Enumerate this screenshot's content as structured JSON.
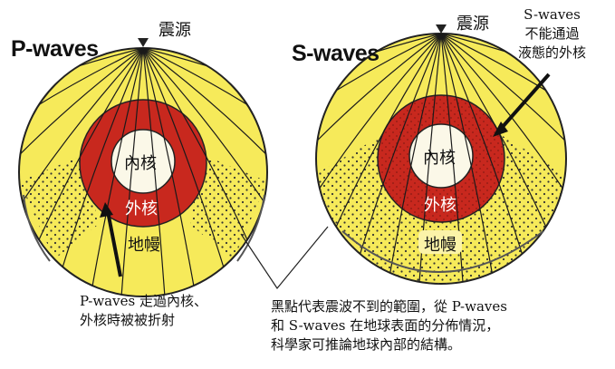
{
  "p_panel": {
    "title": "P-waves",
    "focus_label": "震源",
    "inner_core": "內核",
    "outer_core": "外核",
    "mantle": "地幔"
  },
  "s_panel": {
    "title": "S-waves",
    "focus_label": "震源",
    "inner_core": "內核",
    "outer_core": "外核",
    "mantle": "地幔"
  },
  "annotations": {
    "s_note": "S-waves\n不能通過\n液態的外核",
    "p_note": "P-waves 走過內核、\n外核時被被折射",
    "shadow_note": "黑點代表震波不到的範圍，從 P-waves\n和 S-waves 在地球表面的分佈情況，\n科學家可推論地球內部的結構。"
  },
  "colors": {
    "mantle": "#f6ea5a",
    "outer_core": "#c8281e",
    "inner_core": "#fbf8e8",
    "ray": "#1a1a1a",
    "arc": "#555555"
  }
}
